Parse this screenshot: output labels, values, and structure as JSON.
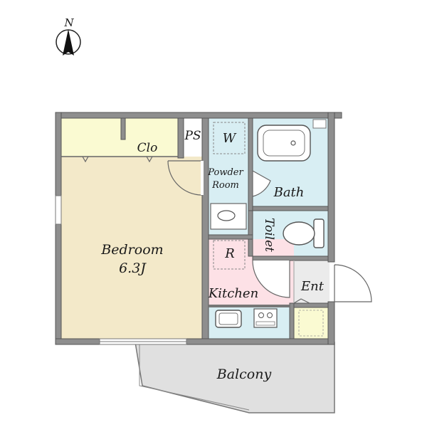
{
  "compass": {
    "label": "N"
  },
  "rooms": {
    "closet": "Clo",
    "pipe_space": "PS",
    "washer": "W",
    "powder_room_line1": "Powder",
    "powder_room_line2": "Room",
    "bath": "Bath",
    "toilet": "Toilet",
    "bedroom": "Bedroom",
    "bedroom_size": "6.3J",
    "refrigerator": "R",
    "kitchen": "Kitchen",
    "entrance": "Ent",
    "balcony": "Balcony"
  },
  "colors": {
    "bedroom_floor": "#f3e9c9",
    "closet_floor": "#fafad2",
    "wet_area_floor": "#d8eef3",
    "kitchen_floor": "#fde1e6",
    "entrance_floor": "#ebebeb",
    "balcony_floor": "#e0e0e0",
    "wall": "#8e8e8e"
  }
}
